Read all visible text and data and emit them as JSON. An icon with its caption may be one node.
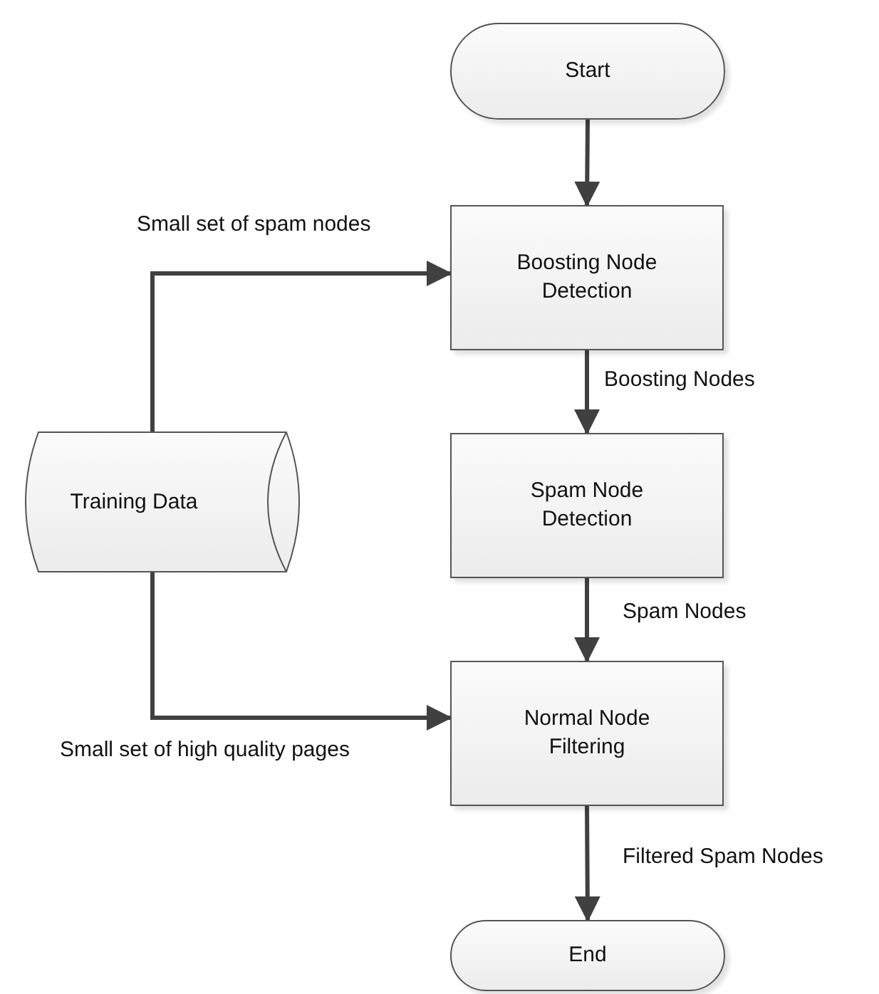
{
  "diagram": {
    "nodes": [
      {
        "text": [
          "Start"
        ]
      },
      {
        "text": [
          "Boosting Node Detection"
        ]
      },
      {
        "text": [
          "Spam Node Detection"
        ]
      },
      {
        "text": [
          "Normal Node Filtering"
        ]
      },
      {
        "text": [
          "End"
        ]
      },
      {
        "text": [
          "Training Data"
        ]
      }
    ],
    "edges": [
      {
        "from": 0,
        "to": 1,
        "arrow": "to"
      },
      {
        "from": 1,
        "to": 2,
        "arrow": "to",
        "label": "Boosting Nodes"
      },
      {
        "from": 2,
        "to": 3,
        "arrow": "to",
        "label": "Spam Nodes"
      },
      {
        "from": 3,
        "to": 4,
        "arrow": "to",
        "label": "Filtered Spam Nodes"
      },
      {
        "from": 5,
        "to": 1,
        "arrow": "to",
        "label": "Small set of spam nodes"
      },
      {
        "from": 5,
        "to": 3,
        "arrow": "to",
        "label": "Small set of high quality pages"
      }
    ]
  }
}
